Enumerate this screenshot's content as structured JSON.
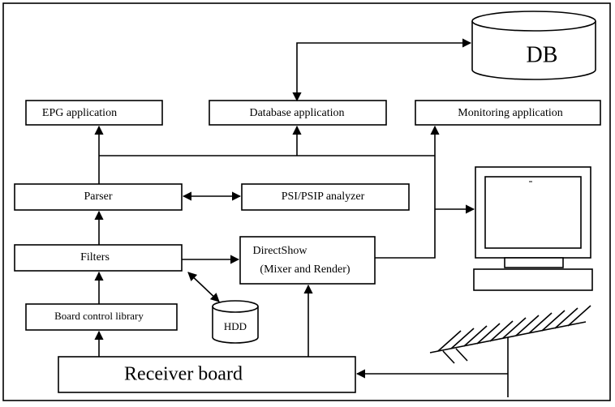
{
  "diagram": {
    "nodes": {
      "db": "DB",
      "epg": "EPG application",
      "database_app": "Database  application",
      "monitoring_app": "Monitoring application",
      "parser": "Parser",
      "psi_psip": "PSI/PSIP analyzer",
      "filters": "Filters",
      "directshow_line1": "DirectShow",
      "directshow_line2": "(Mixer and Render)",
      "board_control": "Board control library",
      "hdd": "HDD",
      "receiver": "Receiver board"
    },
    "icons": [
      "database-cylinder",
      "hdd-cylinder",
      "monitor-computer",
      "antenna"
    ]
  }
}
